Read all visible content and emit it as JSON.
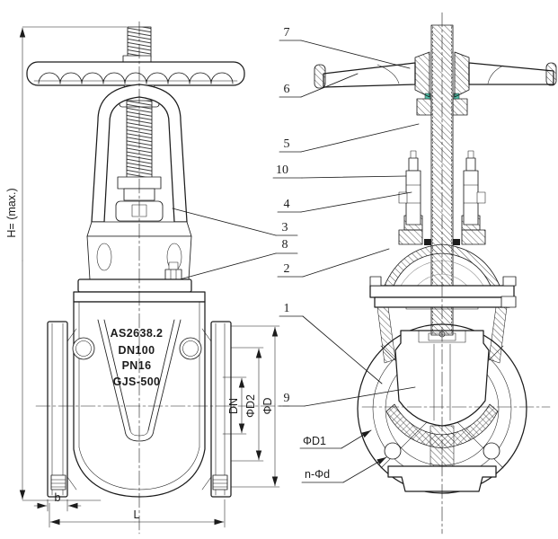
{
  "front_view": {
    "markings": [
      "AS2638.2",
      "DN100",
      "PN16",
      "GJS-500"
    ],
    "dims": {
      "height": "H= (max.)",
      "bore": "DN",
      "pcd": "ΦD2",
      "flange_od": "ΦD",
      "flange_thickness": "b",
      "face_to_face": "L"
    }
  },
  "section_view": {
    "callouts": [
      "7",
      "6",
      "5",
      "10",
      "4",
      "3",
      "8",
      "2",
      "1",
      "9"
    ],
    "dims": {
      "raised_face": "ΦD1",
      "bolt_holes": "n-Φd"
    }
  },
  "colors": {
    "ink": "#1c1c1c",
    "paper": "#ffffff",
    "seal": "#4fbfa8"
  }
}
